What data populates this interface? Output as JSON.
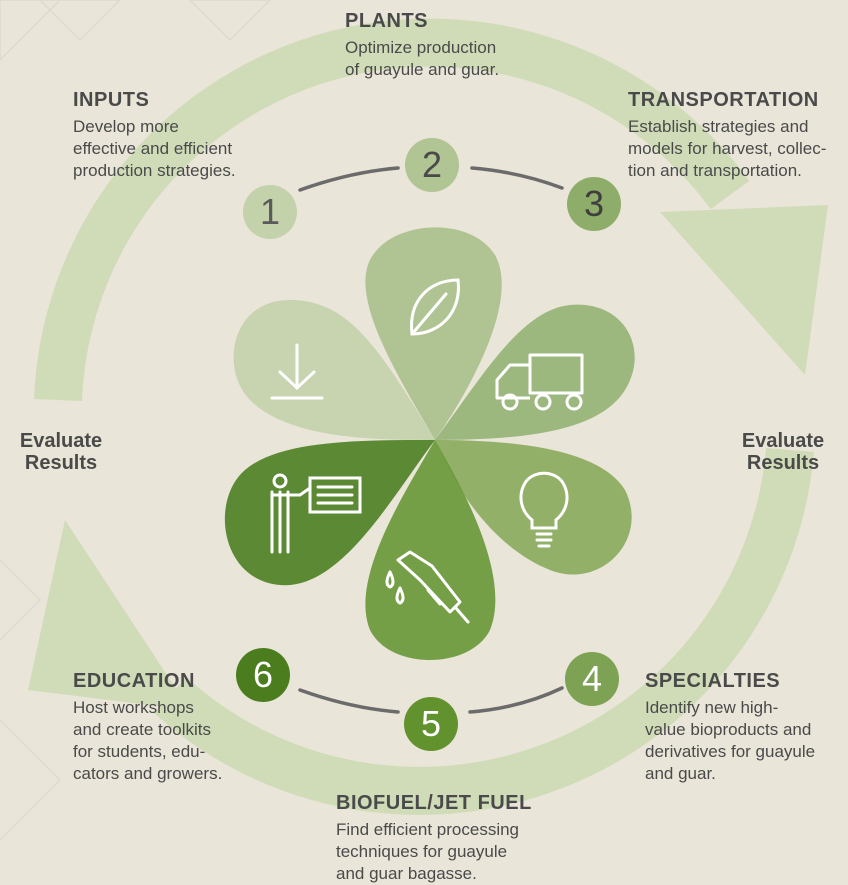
{
  "steps": [
    {
      "num": "1",
      "title": "INPUTS",
      "desc": [
        "Develop more",
        "effective and efficient",
        "production strategies."
      ]
    },
    {
      "num": "2",
      "title": "PLANTS",
      "desc": [
        "Optimize production",
        "of guayule and guar."
      ]
    },
    {
      "num": "3",
      "title": "TRANSPORTATION",
      "desc": [
        "Establish strategies and",
        "models for harvest, collec-",
        "tion and transportation."
      ]
    },
    {
      "num": "4",
      "title": "SPECIALTIES",
      "desc": [
        "Identify new high-",
        "value bioproducts and",
        "derivatives for guayule",
        "and guar."
      ]
    },
    {
      "num": "5",
      "title": "BIOFUEL/JET FUEL",
      "desc": [
        "Find efficient processing",
        "techniques for guayule",
        "and guar bagasse."
      ]
    },
    {
      "num": "6",
      "title": "EDUCATION",
      "desc": [
        "Host workshops",
        "and create toolkits",
        "for students, edu-",
        "cators and growers."
      ]
    }
  ],
  "evaluate": {
    "left": [
      "Evaluate",
      "Results"
    ],
    "right": [
      "Evaluate",
      "Results"
    ]
  },
  "icons": [
    "download-icon",
    "leaf-icon",
    "truck-icon",
    "lightbulb-icon",
    "fuel-pump-icon",
    "presentation-icon"
  ],
  "colors": {
    "background": "#e9e5d8",
    "arrow": "#d0dcb8",
    "petal_inputs": "#c3d2ab",
    "petal_plants": "#a9c08b",
    "petal_transport": "#94b276",
    "petal_specialties": "#8aab5d",
    "petal_biofuel": "#6f9b3e",
    "petal_education": "#4f8226",
    "text": "#4a4a4a"
  }
}
